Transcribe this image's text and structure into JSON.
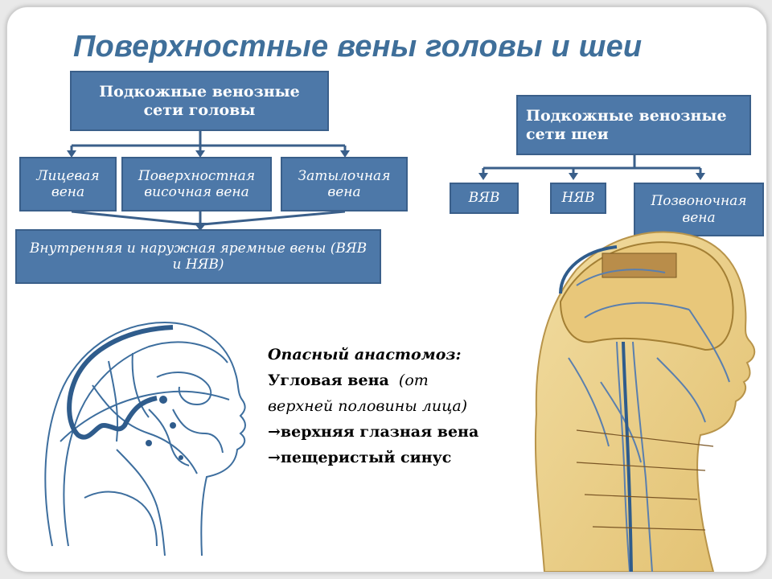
{
  "title": "Поверхностные вены головы и шеи",
  "head_nets": {
    "label": "Подкожные венозные сети головы",
    "facial": "Лицевая вена",
    "temporal": "Поверхностная височная вена",
    "occipital": "Затылочная вена",
    "jugular": "Внутренняя и наружная яремные вены (ВЯВ и НЯВ)"
  },
  "neck_nets": {
    "label": "Подкожные венозные сети шеи",
    "ivj": "ВЯВ",
    "evj": "НЯВ",
    "vertebral": "Позвоночная вена"
  },
  "note": {
    "heading": "Опасный анастомоз:",
    "line1_bold": "Угловая вена",
    "line1_italic": "(от",
    "line2": "верхней половины лица)",
    "line3": "→верхняя глазная вена",
    "line4": "→пещеристый синус"
  },
  "colors": {
    "title": "#3f6f9a",
    "box": "#4d78a8",
    "lines": "#3a5f8a"
  },
  "icons": [
    "head-veins-sketch",
    "head-anatomy-illustration"
  ]
}
